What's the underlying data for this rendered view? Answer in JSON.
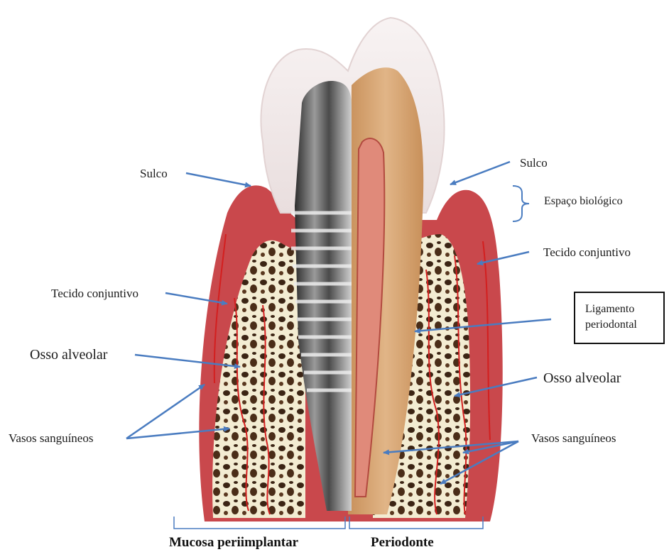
{
  "labels": {
    "sulco_left": "Sulco",
    "sulco_right": "Sulco",
    "espaco_biologico": "Espaço biológico",
    "tecido_conjuntivo_left": "Tecido conjuntivo",
    "tecido_conjuntivo_right": "Tecido conjuntivo",
    "ligamento_line1": "Ligamento",
    "ligamento_line2": "periodontal",
    "osso_alveolar_left": "Osso alveolar",
    "osso_alveolar_right": "Osso alveolar",
    "vasos_left": "Vasos sanguíneos",
    "vasos_right": "Vasos sanguíneos",
    "mucosa": "Mucosa periimplantar",
    "periodonto": "Periodonte"
  },
  "colors": {
    "arrow": "#4a7cc0",
    "gum": "#c9484c",
    "bone": "#f3ecd2",
    "enamel": "#f4eded",
    "dentin": "#d9a774",
    "implant": "#5e5e5e"
  }
}
